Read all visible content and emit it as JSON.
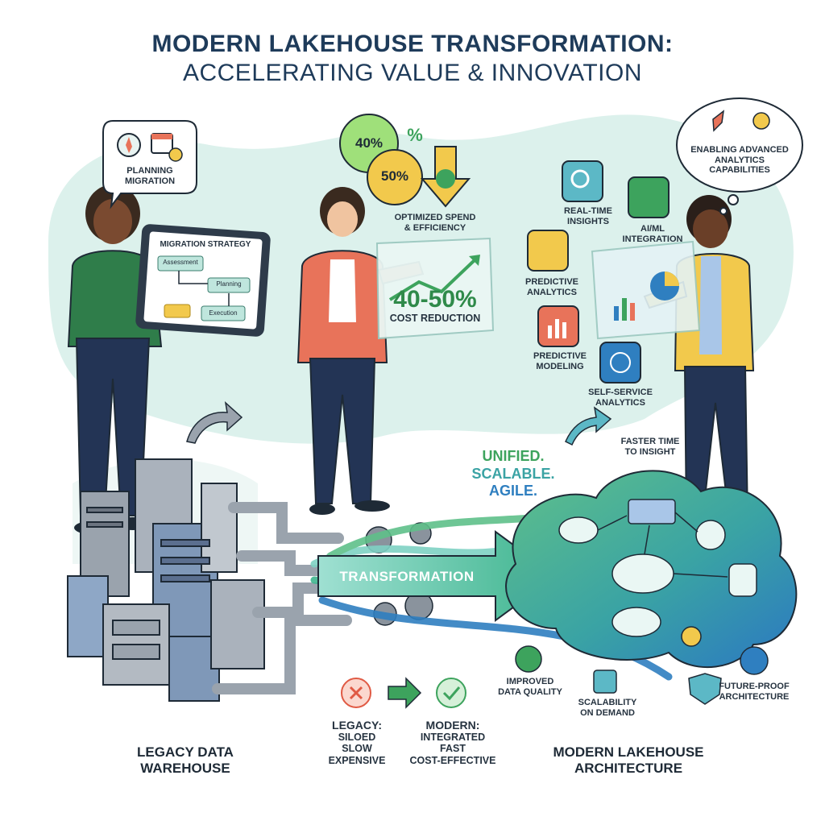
{
  "title": {
    "line1": "Modern Lakehouse Transformation:",
    "line2": "Accelerating Value & Innovation"
  },
  "planning": {
    "bubble_line1": "Planning",
    "bubble_line2": "Migration",
    "board_title": "Migration Strategy",
    "steps": [
      "Assessment",
      "Planning",
      "Execution"
    ]
  },
  "savings": {
    "bubble_40": "40%",
    "bubble_50": "50%",
    "percent_sign": "%",
    "spend_line1": "Optimized spend",
    "spend_line2": "& efficiency",
    "cost_value": "40-50%",
    "cost_label": "Cost Reduction"
  },
  "analytics": {
    "thought_line1": "Enabling Advanced",
    "thought_line2": "Analytics",
    "thought_line3": "Capabilities",
    "features": [
      {
        "line1": "Real-Time",
        "line2": "Insights",
        "icon": "magnifier-chart-icon"
      },
      {
        "line1": "AI/ML",
        "line2": "Integration",
        "icon": "brain-gear-icon"
      },
      {
        "line1": "Predictive",
        "line2": "Analytics",
        "icon": "gear-chart-icon"
      },
      {
        "line1": "Predictive",
        "line2": "Modeling",
        "icon": "bar-chart-icon"
      },
      {
        "line1": "Self-Service",
        "line2": "Analytics",
        "icon": "globe-icon"
      }
    ]
  },
  "transformation": {
    "arrow_label": "Transformation",
    "tagline": [
      "Unified.",
      "Scalable.",
      "Agile."
    ],
    "faster_line1": "Faster time",
    "faster_line2": "to insight"
  },
  "legacy": {
    "label_line1": "Legacy Data",
    "label_line2": "Warehouse"
  },
  "comparison": {
    "legacy_title": "Legacy:",
    "legacy_items": [
      "Siloed",
      "Slow",
      "Expensive"
    ],
    "modern_title": "Modern:",
    "modern_items": [
      "Integrated",
      "Fast",
      "Cost-Effective"
    ]
  },
  "benefits": [
    {
      "line1": "Improved",
      "line2": "Data Quality",
      "icon": "quality-badge-icon"
    },
    {
      "line1": "Scalability",
      "line2": "on Demand",
      "icon": "scale-arrow-icon"
    },
    {
      "line1": "Future-Proof",
      "line2": "Architecture",
      "icon": "globe-icon"
    }
  ],
  "modern": {
    "label_line1": "Modern Lakehouse",
    "label_line2": "Architecture"
  },
  "colors": {
    "navy": "#1e3b5a",
    "teal_wash": "#d6efe9",
    "green": "#3da35d",
    "blue": "#2f7fc0",
    "orange_jacket": "#e8735a",
    "green_sweater": "#2f7d4a",
    "yellow_cardigan": "#f2c94c",
    "server_gray": "#9aa3ad",
    "server_blue": "#7f98b8"
  }
}
